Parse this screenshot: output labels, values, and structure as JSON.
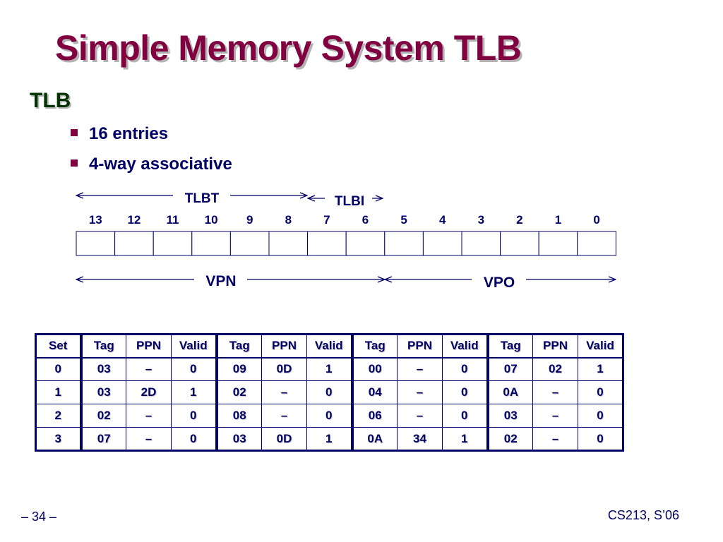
{
  "title": "Simple Memory System TLB",
  "heading": "TLB",
  "bullets": [
    "16 entries",
    "4-way associative"
  ],
  "address": {
    "bits": [
      "13",
      "12",
      "11",
      "10",
      "9",
      "8",
      "7",
      "6",
      "5",
      "4",
      "3",
      "2",
      "1",
      "0"
    ],
    "tlbt_label": "TLBT",
    "tlbi_label": "TLBI",
    "vpn_label": "VPN",
    "vpo_label": "VPO"
  },
  "table": {
    "headers": [
      "Set",
      "Tag",
      "PPN",
      "Valid",
      "Tag",
      "PPN",
      "Valid",
      "Tag",
      "PPN",
      "Valid",
      "Tag",
      "PPN",
      "Valid"
    ],
    "rows": [
      [
        "0",
        "03",
        "–",
        "0",
        "09",
        "0D",
        "1",
        "00",
        "–",
        "0",
        "07",
        "02",
        "1"
      ],
      [
        "1",
        "03",
        "2D",
        "1",
        "02",
        "–",
        "0",
        "04",
        "–",
        "0",
        "0A",
        "–",
        "0"
      ],
      [
        "2",
        "02",
        "–",
        "0",
        "08",
        "–",
        "0",
        "06",
        "–",
        "0",
        "03",
        "–",
        "0"
      ],
      [
        "3",
        "07",
        "–",
        "0",
        "03",
        "0D",
        "1",
        "0A",
        "34",
        "1",
        "02",
        "–",
        "0"
      ]
    ]
  },
  "footer": {
    "page": "– 34 –",
    "course": "CS213, S’06"
  },
  "colors": {
    "title": "#800040",
    "heading": "#003300",
    "text": "#000066",
    "bullet": "#800040"
  }
}
